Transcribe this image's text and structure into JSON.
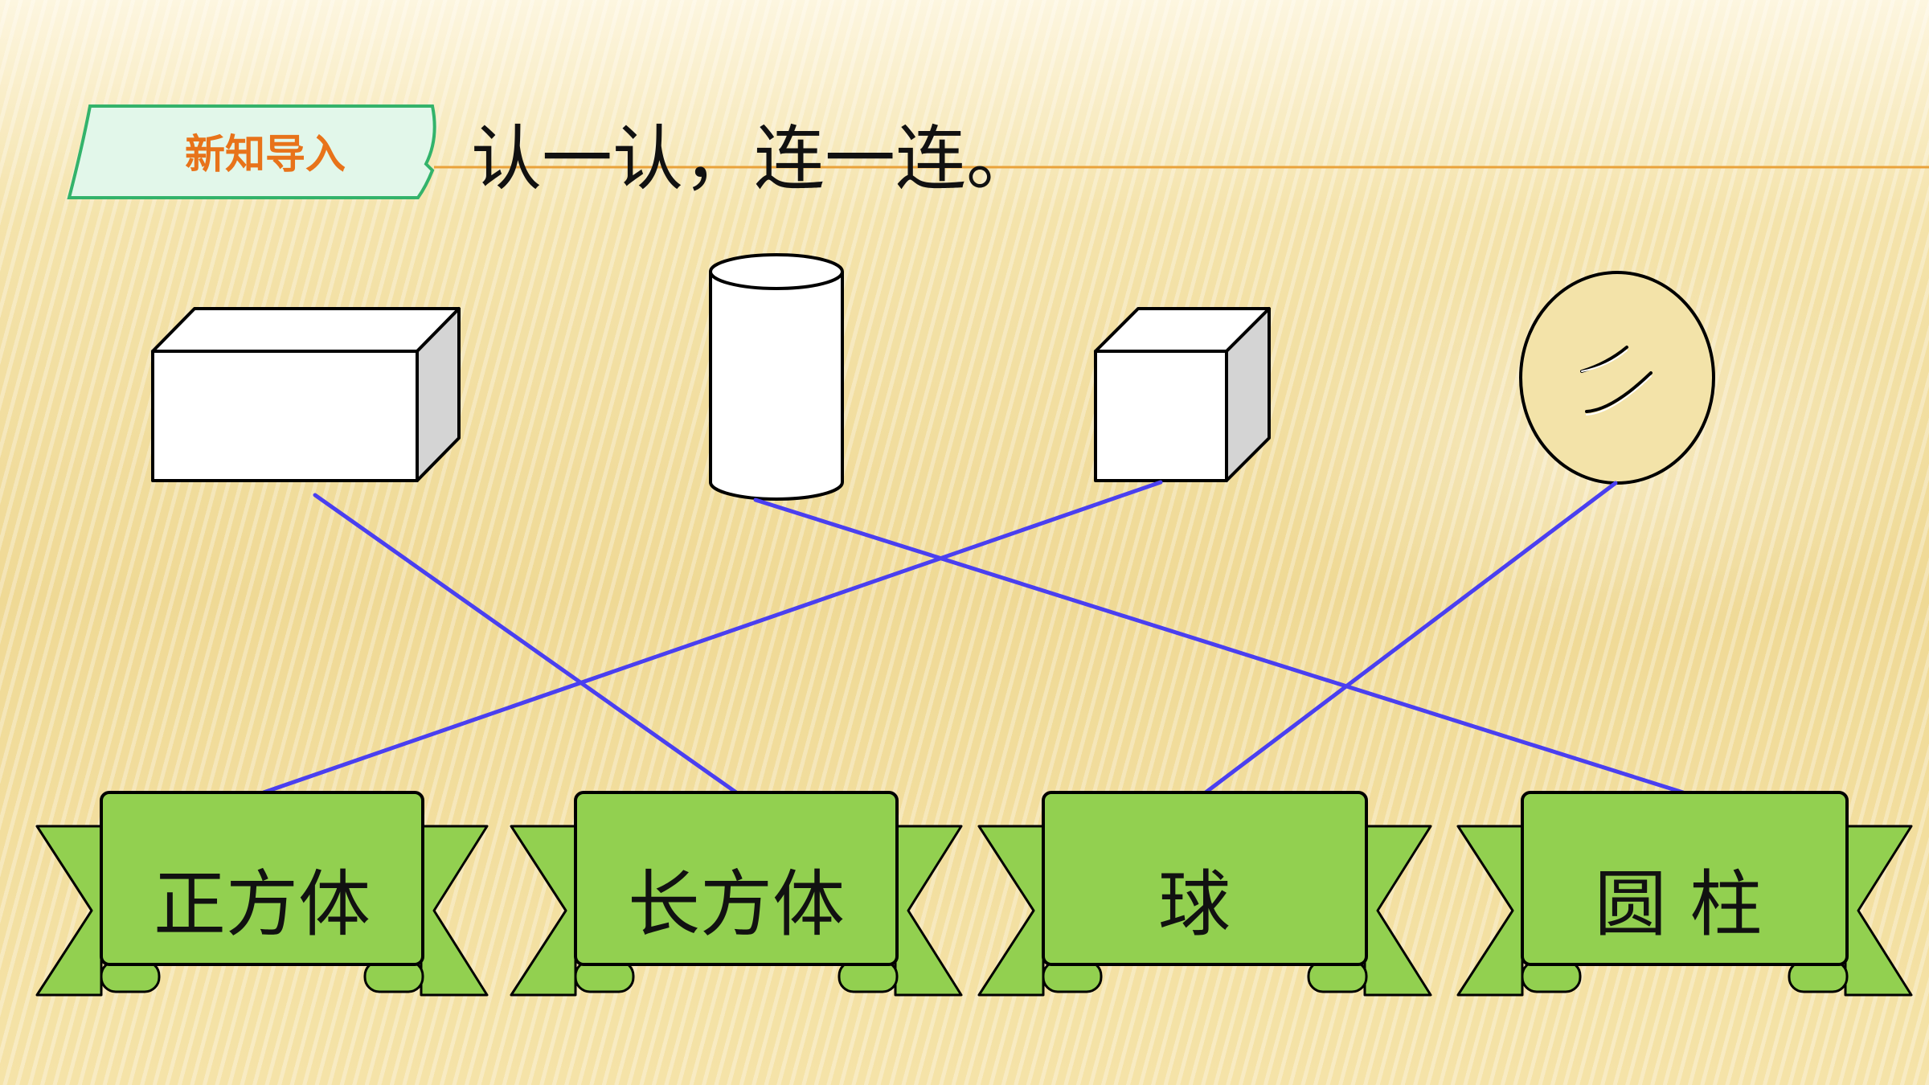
{
  "header": {
    "badge_label": "新知导入",
    "instruction": "认一认，连一连。"
  },
  "shapes": [
    {
      "id": "rectangular-prism",
      "icon": "rectangular-prism-icon"
    },
    {
      "id": "cylinder",
      "icon": "cylinder-icon"
    },
    {
      "id": "cube",
      "icon": "cube-icon"
    },
    {
      "id": "sphere",
      "icon": "sphere-icon"
    }
  ],
  "labels": [
    {
      "text": "正方体"
    },
    {
      "text": "长方体"
    },
    {
      "text": "球"
    },
    {
      "text": "圆 柱"
    }
  ],
  "connections": [
    {
      "from": "rectangular-prism",
      "to": "长方体"
    },
    {
      "from": "cylinder",
      "to": "圆 柱"
    },
    {
      "from": "cube",
      "to": "正方体"
    },
    {
      "from": "sphere",
      "to": "球"
    }
  ],
  "colors": {
    "connector_line": "#4a3ff0",
    "ribbon_fill": "#92d050",
    "ribbon_stroke": "#000000",
    "badge_fill": "#e2f7ea",
    "badge_border": "#33b36b",
    "badge_text": "#e8731a",
    "header_rule": "#e9a23b"
  }
}
